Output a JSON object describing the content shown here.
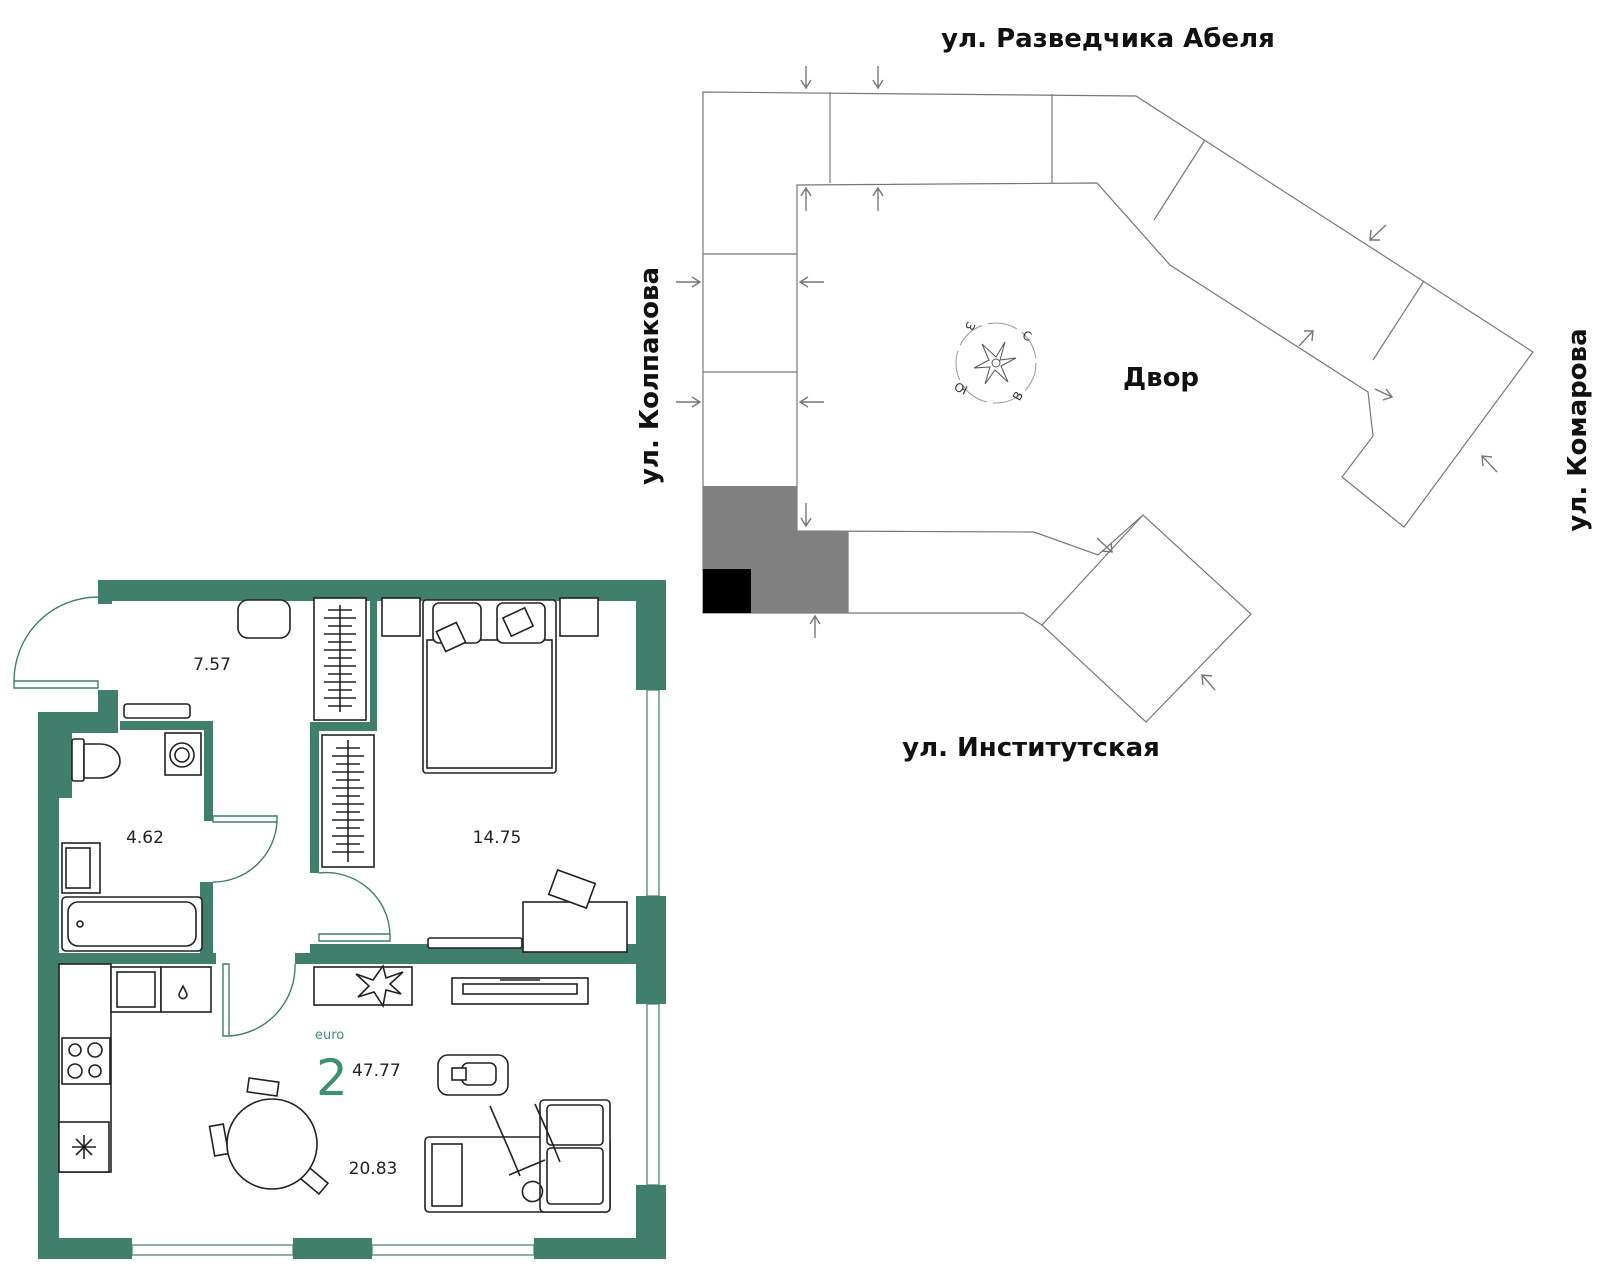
{
  "colors": {
    "wall": "#3f7f6b",
    "accent": "#3f8f78",
    "selected_section": "#808080",
    "apartment_marker": "#000000",
    "outline": "#8a8a8a"
  },
  "site_plan": {
    "streets": {
      "north": "ул. Разведчика Абеля",
      "west": "ул. Колпакова",
      "east": "ул. Комарова",
      "south": "ул. Институтская"
    },
    "yard_label": "Двор",
    "compass": {
      "north": "С",
      "east": "В",
      "south": "Ю",
      "west": "З"
    }
  },
  "floor_plan": {
    "apartment_type": "euro",
    "rooms_count": "2",
    "total_area": "47.77",
    "rooms": [
      {
        "id": "hallway",
        "area": "7.57"
      },
      {
        "id": "bathroom",
        "area": "4.62"
      },
      {
        "id": "bedroom",
        "area": "14.75"
      },
      {
        "id": "kitchen-living",
        "area": "20.83"
      }
    ]
  }
}
